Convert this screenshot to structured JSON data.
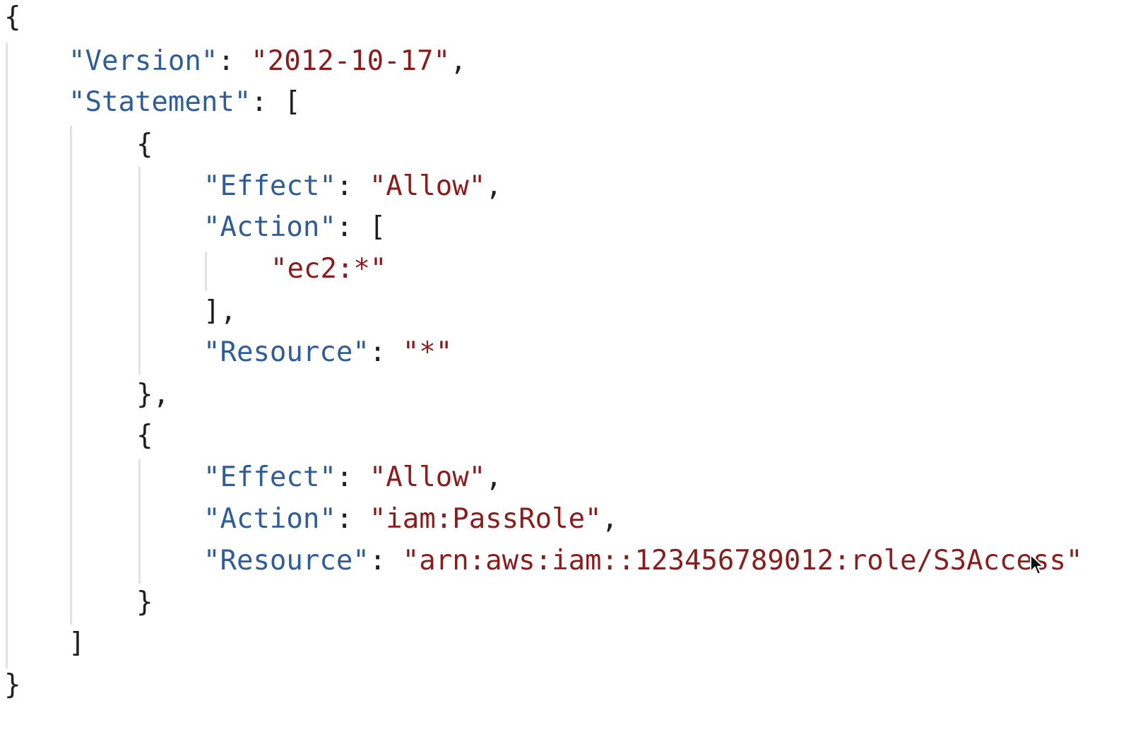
{
  "editor": {
    "lines": [
      {
        "tokens": [
          {
            "t": "{",
            "k": "punc"
          }
        ]
      },
      {
        "tokens": [
          {
            "t": "\"Version\"",
            "k": "key"
          },
          {
            "t": ": ",
            "k": "punc"
          },
          {
            "t": "\"2012-10-17\"",
            "k": "str"
          },
          {
            "t": ",",
            "k": "punc"
          }
        ]
      },
      {
        "tokens": [
          {
            "t": "\"Statement\"",
            "k": "key"
          },
          {
            "t": ": [",
            "k": "punc"
          }
        ]
      },
      {
        "tokens": [
          {
            "t": "{",
            "k": "punc"
          }
        ]
      },
      {
        "tokens": [
          {
            "t": "\"Effect\"",
            "k": "key"
          },
          {
            "t": ": ",
            "k": "punc"
          },
          {
            "t": "\"Allow\"",
            "k": "str"
          },
          {
            "t": ",",
            "k": "punc"
          }
        ]
      },
      {
        "tokens": [
          {
            "t": "\"Action\"",
            "k": "key"
          },
          {
            "t": ": [",
            "k": "punc"
          }
        ]
      },
      {
        "tokens": [
          {
            "t": "\"ec2:*\"",
            "k": "str"
          }
        ]
      },
      {
        "tokens": [
          {
            "t": "],",
            "k": "punc"
          }
        ]
      },
      {
        "tokens": [
          {
            "t": "\"Resource\"",
            "k": "key"
          },
          {
            "t": ": ",
            "k": "punc"
          },
          {
            "t": "\"*\"",
            "k": "str"
          }
        ]
      },
      {
        "tokens": [
          {
            "t": "},",
            "k": "punc"
          }
        ]
      },
      {
        "tokens": [
          {
            "t": "{",
            "k": "punc"
          }
        ]
      },
      {
        "tokens": [
          {
            "t": "\"Effect\"",
            "k": "key"
          },
          {
            "t": ": ",
            "k": "punc"
          },
          {
            "t": "\"Allow\"",
            "k": "str"
          },
          {
            "t": ",",
            "k": "punc"
          }
        ]
      },
      {
        "tokens": [
          {
            "t": "\"Action\"",
            "k": "key"
          },
          {
            "t": ": ",
            "k": "punc"
          },
          {
            "t": "\"iam:PassRole\"",
            "k": "str"
          },
          {
            "t": ",",
            "k": "punc"
          }
        ]
      },
      {
        "tokens": [
          {
            "t": "\"Resource\"",
            "k": "key"
          },
          {
            "t": ": ",
            "k": "punc"
          },
          {
            "t": "\"arn:aws:iam::123456789012:role/S3Access\"",
            "k": "str"
          }
        ]
      },
      {
        "tokens": [
          {
            "t": "}",
            "k": "punc"
          }
        ]
      },
      {
        "tokens": [
          {
            "t": "]",
            "k": "punc"
          }
        ]
      },
      {
        "tokens": [
          {
            "t": "}",
            "k": "punc"
          }
        ]
      }
    ]
  },
  "colors": {
    "key": "#2f5d99",
    "string": "#8a1c1c",
    "punctuation": "#1f1f1f",
    "indent_guide": "#e2e2e2",
    "background": "#ffffff"
  },
  "cursor": {
    "icon": "mouse-pointer-icon"
  }
}
